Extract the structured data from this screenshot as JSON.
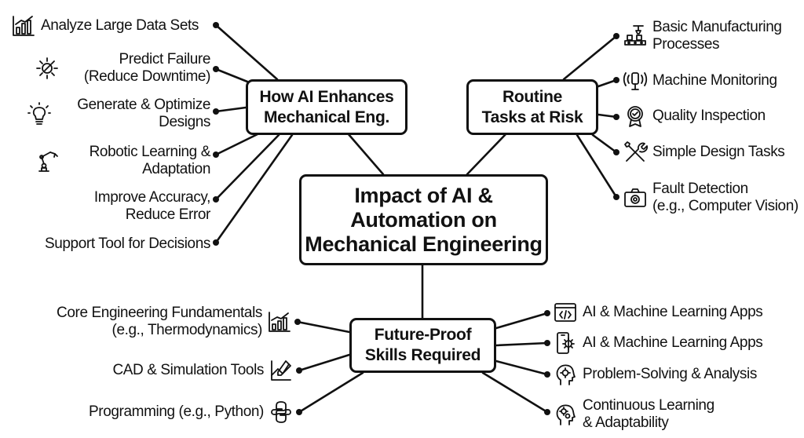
{
  "center": {
    "lines": [
      "Impact of AI &",
      "Automation on",
      "Mechanical Engineering"
    ]
  },
  "enhances": {
    "lines": [
      "How AI Enhances",
      "Mechanical Eng."
    ],
    "items": [
      {
        "lines": [
          "Analyze Large Data Sets"
        ],
        "icon": "bar-chart-icon"
      },
      {
        "lines": [
          "Predict Failure",
          "(Reduce Downtime)"
        ],
        "icon": "gear-wrench-icon"
      },
      {
        "lines": [
          "Generate & Optimize",
          "Designs"
        ],
        "icon": "lightbulb-icon"
      },
      {
        "lines": [
          "Robotic Learning &",
          "Adaptation"
        ],
        "icon": "robot-arm-icon"
      },
      {
        "lines": [
          "Improve Accuracy,",
          "Reduce Error"
        ]
      },
      {
        "lines": [
          "Support Tool for Decisions"
        ]
      }
    ]
  },
  "risk": {
    "lines": [
      "Routine",
      "Tasks at Risk"
    ],
    "items": [
      {
        "lines": [
          "Basic Manufacturing",
          "Processes"
        ],
        "icon": "conveyor-robot-icon"
      },
      {
        "lines": [
          "Machine Monitoring"
        ],
        "icon": "sensor-icon"
      },
      {
        "lines": [
          "Quality Inspection"
        ],
        "icon": "quality-badge-icon"
      },
      {
        "lines": [
          "Simple Design Tasks"
        ],
        "icon": "tools-icon"
      },
      {
        "lines": [
          "Fault Detection",
          "(e.g., Computer Vision)"
        ],
        "icon": "camera-icon"
      }
    ]
  },
  "skills": {
    "lines": [
      "Future-Proof",
      "Skills Required"
    ],
    "left_items": [
      {
        "lines": [
          "Core Engineering Fundamentals",
          "(e.g., Thermodynamics)"
        ],
        "icon": "chart-icon"
      },
      {
        "lines": [
          "CAD & Simulation Tools"
        ],
        "icon": "cad-drawing-icon"
      },
      {
        "lines": [
          "Programming (e.g., Python)"
        ],
        "icon": "python-icon"
      }
    ],
    "right_items": [
      {
        "lines": [
          "AI & Machine Learning Apps"
        ],
        "icon": "code-window-icon"
      },
      {
        "lines": [
          "AI & Machine Learning Apps"
        ],
        "icon": "phone-gear-icon"
      },
      {
        "lines": [
          "Problem-Solving & Analysis"
        ],
        "icon": "head-gear-icon"
      },
      {
        "lines": [
          "Continuous Learning",
          "& Adaptability"
        ],
        "icon": "head-gears-icon"
      }
    ]
  }
}
